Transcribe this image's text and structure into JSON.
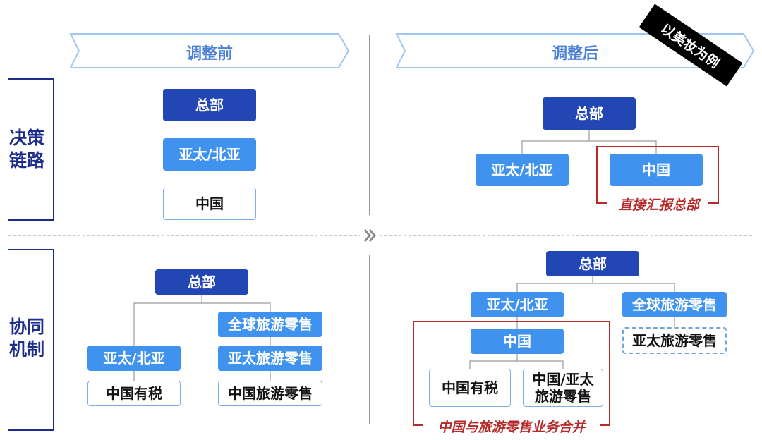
{
  "header": {
    "before_label": "调整前",
    "after_label": "调整后",
    "corner_tag": "以美妆为例"
  },
  "side_labels": {
    "top": "决策链路",
    "bottom": "协同机制"
  },
  "divider_icon": "double-chevron-right-icon",
  "top_before": {
    "hq": "总部",
    "region": "亚太/北亚",
    "china": "中国"
  },
  "top_after": {
    "hq": "总部",
    "region": "亚太/北亚",
    "china": "中国",
    "note": "直接汇报总部"
  },
  "bottom_before": {
    "hq": "总部",
    "global_travel_retail": "全球旅游零售",
    "region": "亚太/北亚",
    "apac_travel_retail": "亚太旅游零售",
    "china_duty_paid": "中国有税",
    "china_travel_retail": "中国旅游零售"
  },
  "bottom_after": {
    "hq": "总部",
    "region": "亚太/北亚",
    "global_travel_retail": "全球旅游零售",
    "china": "中国",
    "apac_travel_retail": "亚太旅游零售",
    "china_duty_paid": "中国有税",
    "china_apac_travel_retail_line1": "中国/亚太",
    "china_apac_travel_retail_line2": "旅游零售",
    "note": "中国与旅游零售业务合并"
  },
  "colors": {
    "hq": "#2346b5",
    "region": "#3f92ee",
    "highlight_frame": "#b62a2a",
    "side_label": "#1c2d8e",
    "header_text": "#4c80d6"
  }
}
